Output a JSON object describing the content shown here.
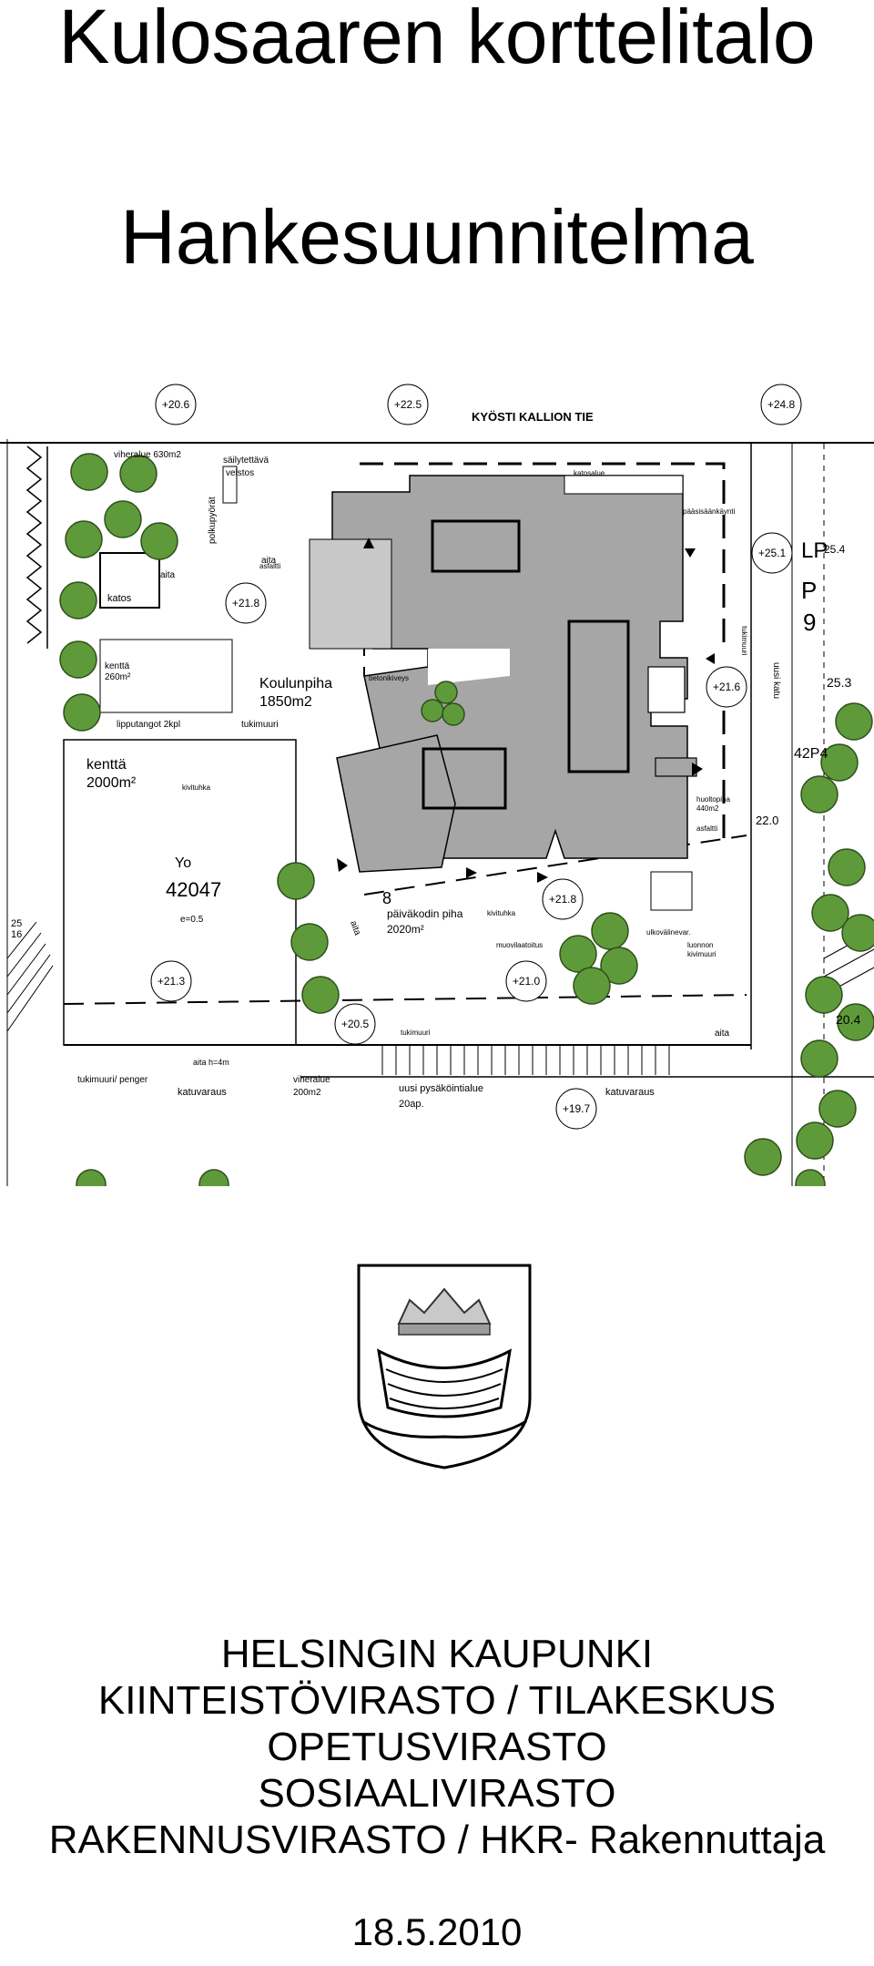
{
  "title_line1": "Kulosaaren korttelitalo",
  "title_line2": "Hankesuunnitelma",
  "plan": {
    "road": "KYÖSTI KALLION TIE",
    "levels": [
      "+20.6",
      "+22.5",
      "+24.8",
      "+25.1",
      "+21.8",
      "+21.6",
      "+21.8",
      "+21.3",
      "+21.0",
      "+20.5",
      "+19.7"
    ],
    "area_labels": {
      "viheralue_top": "viheralue 630m2",
      "sailytettava": "säilytettävä",
      "velstos": "velstos",
      "polkupyorat": "polkupyörät",
      "katos": "katos",
      "aita1": "aita",
      "aita2": "aita",
      "aita3": "aita",
      "aita4": "aita",
      "kentta_small": "kenttä",
      "kentta_small_area": "260m²",
      "lippu": "lipputangot 2kpl",
      "tukimuuri1": "tukimuuri",
      "koulunpiha": "Koulunpiha",
      "koulunpiha_area": "1850m2",
      "betonikiveys": "betonikiveys",
      "katosalue": "katosalue",
      "paaisaankaynti": "pääsisäänkäynti",
      "tukimuuri2": "tukimuuri",
      "uusi_katu": "uusi katu",
      "kentta_big": "kenttä",
      "kentta_big_area": "2000m²",
      "kivituhka1": "kivituhka",
      "yo": "Yo",
      "plot": "42047",
      "e": "e=0.5",
      "huoltopiha": "huoltopiha",
      "huoltopiha_area": "440m2",
      "asfaltti1": "asfaltti",
      "asfaltti2": "asfaltti",
      "lot8": "8",
      "paivakoti": "päiväkodin piha",
      "paivakoti_area": "2020m²",
      "kivituhka2": "kivituhka",
      "muovi": "muovilaatoitus",
      "ulkovaline": "ulkovälinevar.",
      "luonnon": "luonnon",
      "kivimuuri": "kivimuuri",
      "tukimuuri3": "tukimuuri",
      "aita_h": "aita h=4m",
      "tukimuuri_penger": "tukimuuri/ penger",
      "katuvaraus1": "katuvaraus",
      "viheralue_bottom": "viheralue",
      "viheralue_bottom_area": "200m2",
      "pysakointi": "uusi pysäköintialue",
      "pysakointi_count": "20ap.",
      "katuvaraus2": "katuvaraus",
      "p_label": "P",
      "p_num": "9",
      "lp": "LP",
      "n254": "25.4",
      "n253": "25.3",
      "n42p4": "42P4",
      "n220": "22.0",
      "n204": "20.4",
      "n25": "25",
      "n16": "16"
    }
  },
  "org_lines": [
    "HELSINGIN KAUPUNKI",
    "KIINTEISTÖVIRASTO / TILAKESKUS",
    "OPETUSVIRASTO",
    "SOSIAALIVIRASTO",
    "RAKENNUSVIRASTO / HKR- Rakennuttaja"
  ],
  "date": "18.5.2010",
  "colors": {
    "building": "#a6a6a6",
    "tree": "#5f9a3a",
    "tree_stroke": "#2e4f1c"
  }
}
